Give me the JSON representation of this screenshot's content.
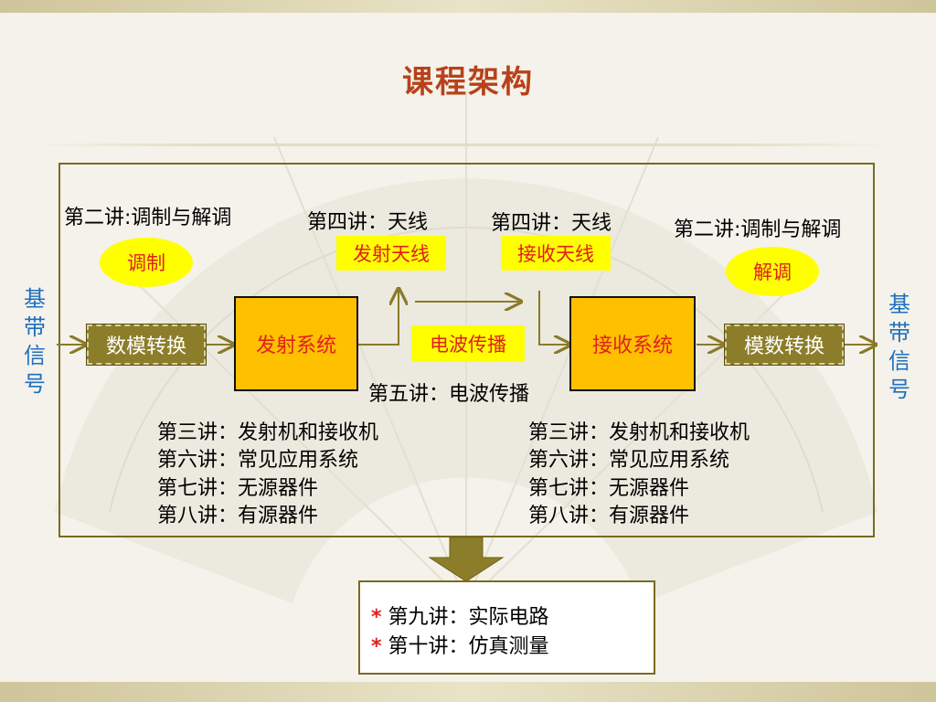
{
  "title": "课程架构",
  "labels": {
    "mod_lecture_left": "第二讲:调制与解调",
    "antenna_tx_lecture": "第四讲：天线",
    "antenna_rx_lecture": "第四讲：天线",
    "demod_lecture_right": "第二讲:调制与解调",
    "wave_lecture": "第五讲：电波传播"
  },
  "side_labels": {
    "left": "基带信号",
    "right": "基带信号"
  },
  "ellipses": {
    "modulation": "调制",
    "demodulation": "解调"
  },
  "yellow_labels": {
    "tx_antenna": "发射天线",
    "rx_antenna": "接收天线",
    "propagation": "电波传播"
  },
  "boxes": {
    "dac": "数模转换",
    "tx_system": "发射系统",
    "rx_system": "接收系统",
    "adc": "模数转换"
  },
  "lecture_list_left": [
    "第三讲：发射机和接收机",
    "第六讲：常见应用系统",
    "第七讲：无源器件",
    "第八讲：有源器件"
  ],
  "lecture_list_right": [
    "第三讲：发射机和接收机",
    "第六讲：常见应用系统",
    "第七讲：无源器件",
    "第八讲：有源器件"
  ],
  "extra_lectures": [
    {
      "marker": "*",
      "text": "第九讲：实际电路"
    },
    {
      "marker": "*",
      "text": "第十讲：仿真测量"
    }
  ],
  "colors": {
    "title": "#b8411a",
    "orange_box": "#ffc000",
    "olive_box": "#8c7d2a",
    "highlight": "#ffff00",
    "red_text": "#e0201c",
    "blue_text": "#1f6fbf",
    "line": "#8a7a28"
  }
}
